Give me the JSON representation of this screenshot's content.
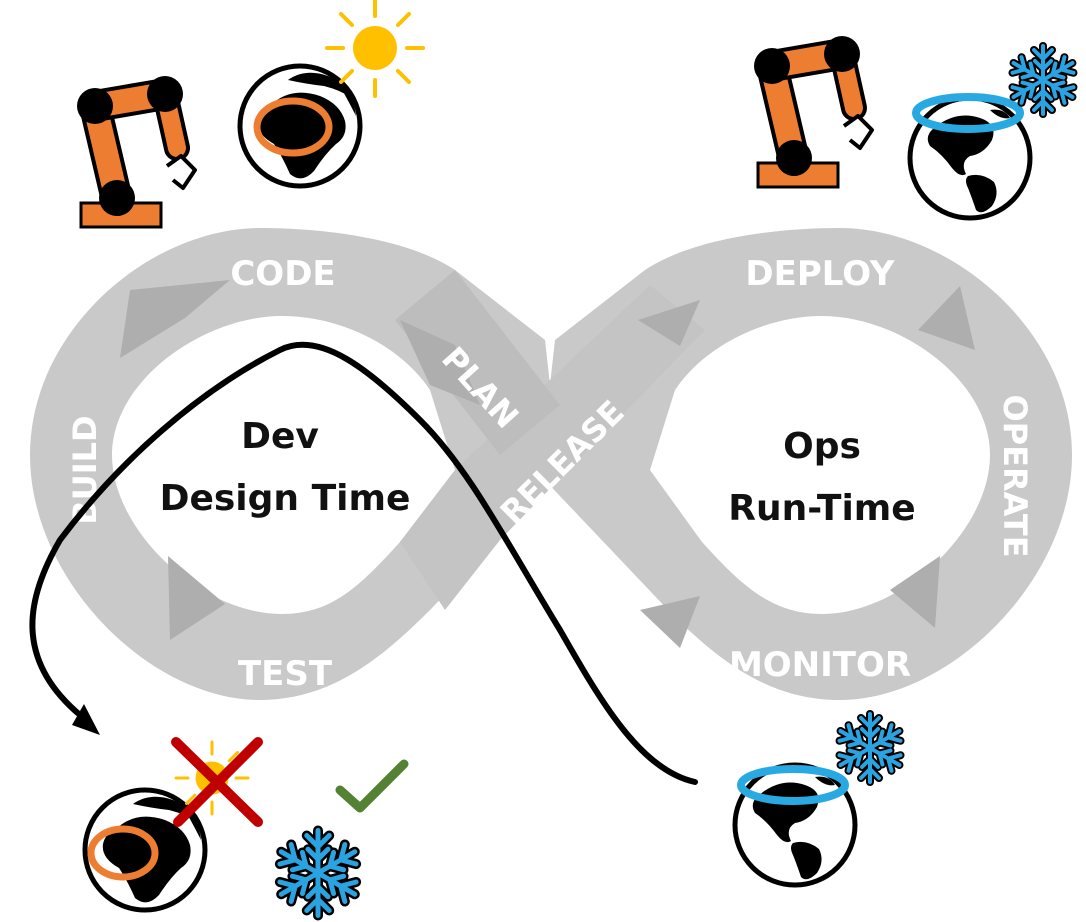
{
  "loop": {
    "stages": {
      "code": "CODE",
      "plan": "PLAN",
      "build": "BUILD",
      "test": "TEST",
      "release": "RELEASE",
      "deploy": "DEPLOY",
      "operate": "OPERATE",
      "monitor": "MONITOR"
    },
    "dev_label": {
      "line1": "Dev",
      "line2": "Design Time"
    },
    "ops_label": {
      "line1": "Ops",
      "line2": "Run-Time"
    }
  },
  "icons": {
    "robot_arm": "robot-arm-icon",
    "globe_africa": "globe-africa-icon",
    "globe_americas": "globe-americas-icon",
    "sun": "sun-icon",
    "snowflake": "snowflake-icon",
    "cross_mark": "x-mark-icon",
    "check_mark": "check-mark-icon"
  },
  "colors": {
    "loop_gray": "#c9c9c9",
    "loop_shade": "#aeaeae",
    "robot_orange": "#ed7d31",
    "ring_orange": "#ed7d31",
    "ring_blue": "#29a9e1",
    "sun_yellow": "#ffc000",
    "snow_blue": "#2aa3e0",
    "cross_red": "#c00000",
    "check_green": "#548235"
  }
}
